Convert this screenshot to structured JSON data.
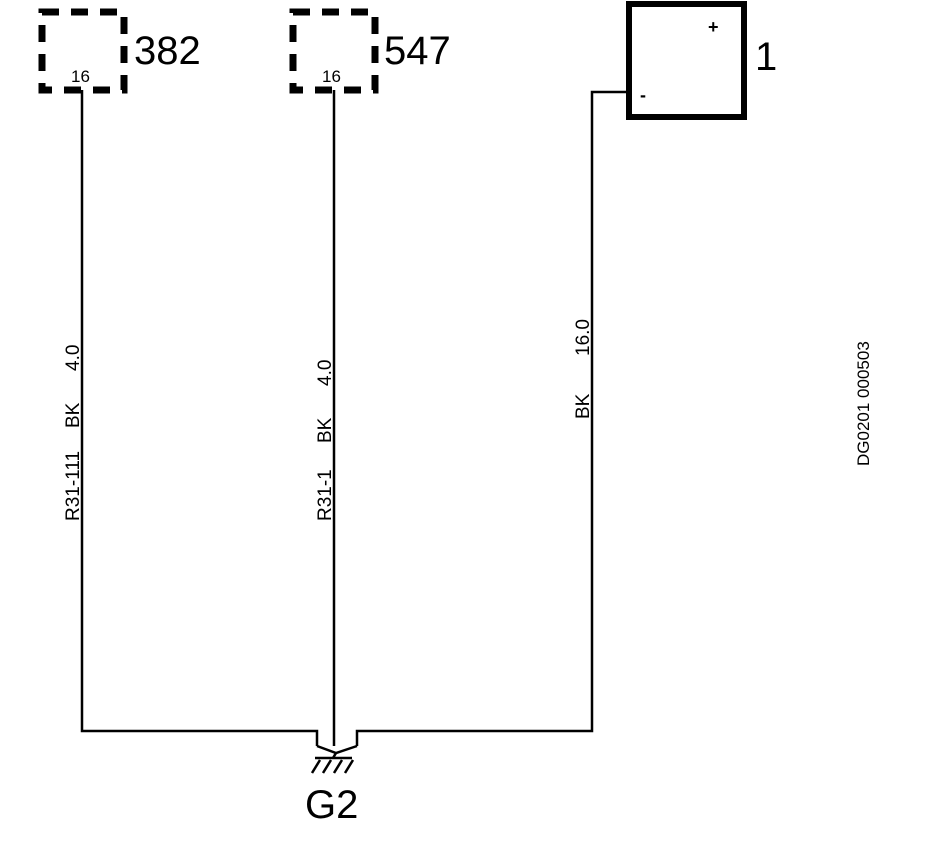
{
  "components": [
    {
      "id": "382",
      "pin": "16"
    },
    {
      "id": "547",
      "pin": "16"
    },
    {
      "id": "1",
      "plus": "+",
      "minus": "-"
    }
  ],
  "wires": [
    {
      "circuit": "R31-111",
      "color": "BK",
      "size": "4.0"
    },
    {
      "circuit": "R31-1",
      "color": "BK",
      "size": "4.0"
    },
    {
      "circuit": "",
      "color": "BK",
      "size": "16.0"
    }
  ],
  "ground": {
    "label": "G2"
  },
  "reference": "DG0201 000503"
}
